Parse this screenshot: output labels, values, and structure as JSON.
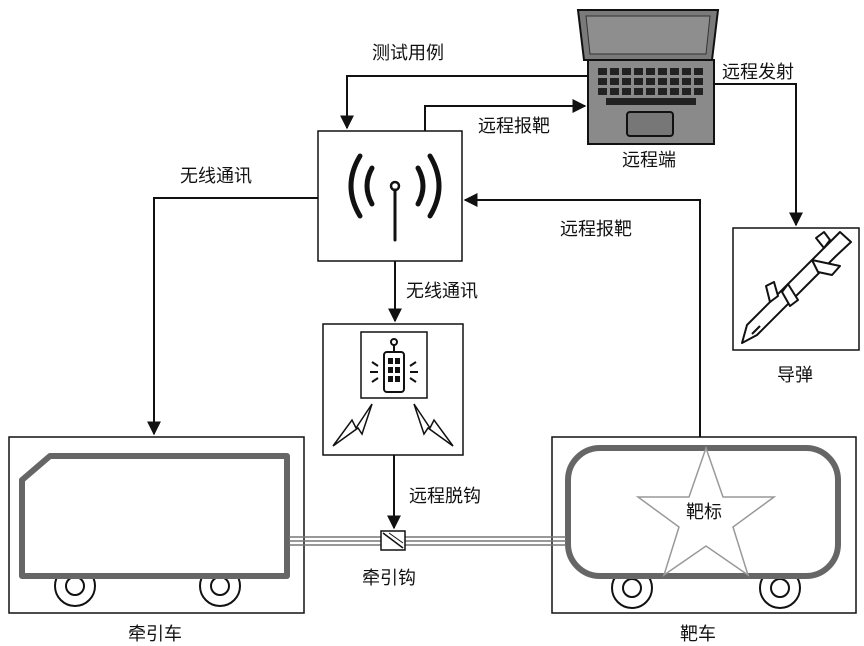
{
  "labels": {
    "test_case": "测试用例",
    "remote_launch": "远程发射",
    "remote_report_top": "远程报靶",
    "remote_end": "远程端",
    "wireless_left": "无线通讯",
    "remote_report_right": "远程报靶",
    "wireless_down": "无线通讯",
    "missile": "导弹",
    "remote_unhook": "远程脱钩",
    "target_mark": "靶标",
    "hook": "牵引钩",
    "tractor": "牵引车",
    "target_car": "靶车"
  },
  "icons": {
    "laptop": "laptop-icon",
    "antenna": "wifi-antenna-icon",
    "controller": "remote-unhook-device-icon",
    "missile": "missile-icon",
    "star": "star-target-icon"
  },
  "colors": {
    "line": "#111111",
    "vehicle_outline": "#666666",
    "star_outline": "#999999",
    "laptop_body": "#8a8a8a",
    "laptop_screen": "#7a7a7a"
  }
}
